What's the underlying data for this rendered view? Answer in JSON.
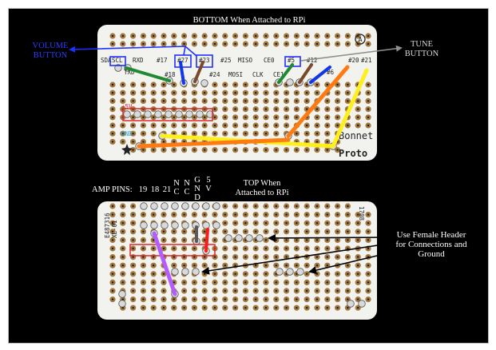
{
  "colors": {
    "background": "#000000",
    "pcb": "#f2f2ef",
    "pad": "#a3793f",
    "volume_callout": "#1f2fff",
    "tune_callout": "#8f8f8f",
    "header_box": "#e0262b",
    "wire_green": "#1f8a2f",
    "wire_blue": "#1238e6",
    "wire_brown": "#7a4a2a",
    "wire_orange": "#ff7a10",
    "wire_yellow": "#ffef1a",
    "wire_purple": "#b45cff",
    "wire_red": "#ff1a1a",
    "wire_grey": "#5a5a5a"
  },
  "labels": {
    "bottom_title": "BOTTOM When Attached to RPi",
    "volume_button": "VOLUME\nBUTTON",
    "tune_button": "TUNE\nBUTTON",
    "amp_pins": "AMP PINS:",
    "amp_pin_numbers": [
      "19",
      "18",
      "21",
      "N\nC",
      "N\nC",
      "G\nN\nD",
      "5\nV"
    ],
    "top_title": "TOP When\nAttached to RPi",
    "female_header_note": "Use Female Header\nfor Connections and\nGround"
  },
  "bottom_board": {
    "silkscreen": {
      "sda": "SDA",
      "scl": "SCL",
      "txd": "TXD",
      "rxd": "RXD",
      "p17": "#17",
      "p27": "#27",
      "p23": "#23",
      "p25": "#25",
      "miso": "MISO",
      "ce0": "CE0",
      "p5": "#5",
      "p12": "#12",
      "p6": "#6",
      "p20": "#20",
      "p21": "#21",
      "p18": "#18",
      "p24": "#24",
      "mosi": "MOSI",
      "clk": "CLK",
      "ce1": "CE1",
      "v5": "+5V",
      "gnd": "GND",
      "bonnet": "Bonnet",
      "proto": "Proto",
      "badge": "A"
    }
  },
  "top_board": {
    "silkscreen": {
      "part_number": "E487316",
      "side_code": "XL-01",
      "date_code": "1708"
    }
  }
}
